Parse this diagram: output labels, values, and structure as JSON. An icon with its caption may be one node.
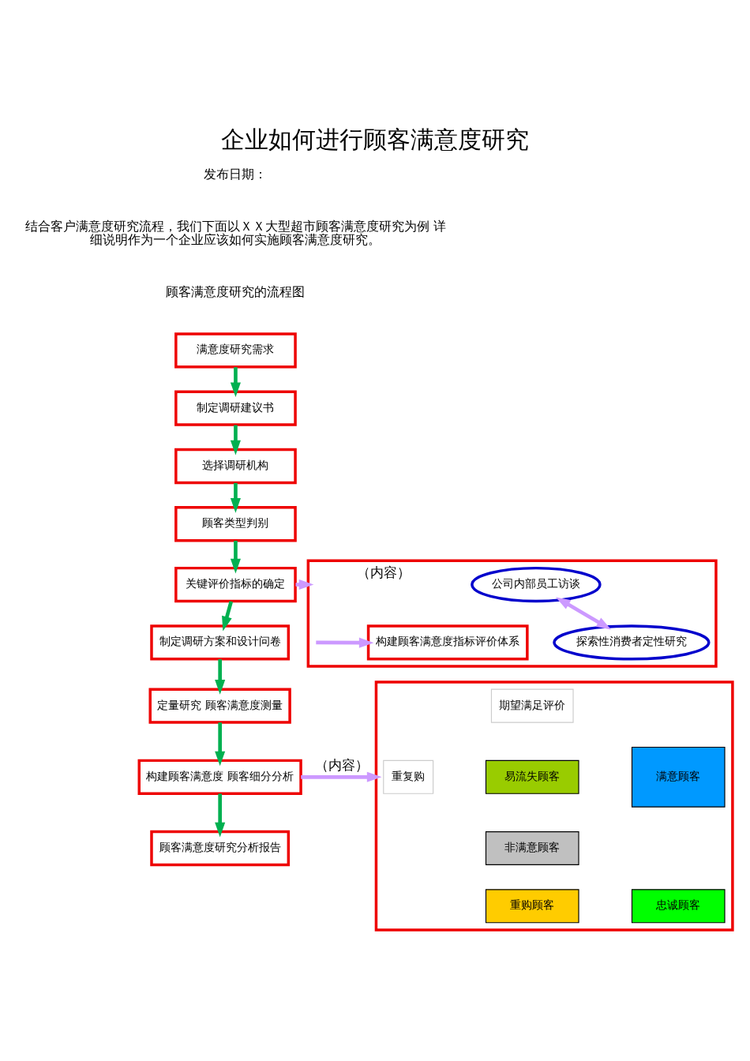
{
  "diagram": {
    "title": "企业如何进行顾客满意度研究",
    "caption": "顾客满意度研究的流程图",
    "nodes": [
      {
        "text": [
          "满意度研究需求"
        ]
      },
      {
        "text": [
          "制定调研建议书"
        ]
      },
      {
        "text": [
          "选择调研机构"
        ]
      },
      {
        "text": [
          "顾客类型判别"
        ]
      },
      {
        "text": [
          "关键评价指标的确定"
        ]
      },
      {
        "text": [
          "制定调研方案和设计问卷"
        ]
      },
      {
        "text": [
          "定量研究 顾客满意度测量"
        ]
      },
      {
        "text": [
          "构建顾客满意度 顾客细分分析"
        ]
      },
      {
        "text": [
          "顾客满意度研究分析报告"
        ]
      },
      {
        "text": [],
        "shape": "box"
      },
      {
        "text": [
          "公司内部员工访谈"
        ],
        "in": 9
      },
      {
        "text": [
          "探索性消费者定性研究"
        ],
        "in": 9
      },
      {
        "text": [
          "构建顾客满意度指标评价体系"
        ],
        "in": 9
      },
      {
        "text": [],
        "shape": "box"
      },
      {
        "text": [
          "期望满足评价"
        ],
        "in": 13
      },
      {
        "text": [
          "重复购"
        ],
        "in": 13
      },
      {
        "text": [
          "易流失顾客"
        ],
        "in": 13
      },
      {
        "text": [
          "满意顾客"
        ],
        "in": 13
      },
      {
        "text": [
          "非满意顾客"
        ],
        "in": 13
      },
      {
        "text": [
          "重购顾客"
        ],
        "in": 13
      },
      {
        "text": [
          "忠诚顾客"
        ],
        "in": 13
      }
    ],
    "edges": [
      {
        "from": 0,
        "to": 1,
        "arrow": "to"
      },
      {
        "from": 1,
        "to": 2,
        "arrow": "to"
      },
      {
        "from": 2,
        "to": 3,
        "arrow": "to"
      },
      {
        "from": 3,
        "to": 4,
        "arrow": "to"
      },
      {
        "from": 4,
        "to": 5,
        "arrow": "to"
      },
      {
        "from": 5,
        "to": 6,
        "arrow": "to"
      },
      {
        "from": 6,
        "to": 7,
        "arrow": "to"
      },
      {
        "from": 7,
        "to": 8,
        "arrow": "to"
      },
      {
        "from": 4,
        "to": 9,
        "arrow": "to",
        "label": "（内容）",
        "color": "#cc99ff"
      },
      {
        "from": 10,
        "to": 11,
        "arrow": "both",
        "color": "#cc99ff"
      },
      {
        "from": null,
        "to": 12,
        "arrow": "to",
        "color": "#cc99ff"
      },
      {
        "from": 7,
        "to": 13,
        "arrow": "to",
        "label": "（内容）",
        "color": "#cc99ff"
      }
    ],
    "labels": [
      "发布日期：",
      "结合客户满意度研究流程，我们下面以ＸＸ大型超市顾客满意度研究为例 详细说明作为一个企业应该如何实施顾客满意度研究。"
    ]
  }
}
